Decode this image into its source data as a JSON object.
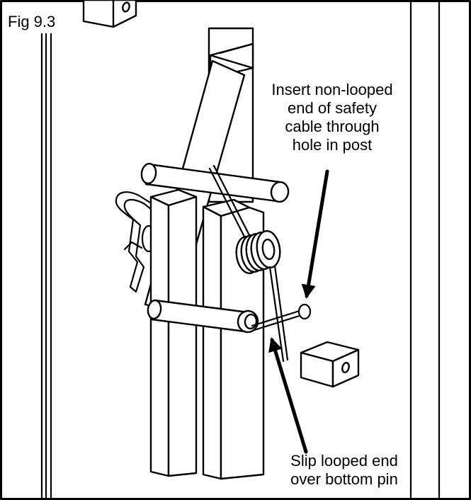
{
  "figure": {
    "label": "Fig 9.3",
    "callouts": {
      "insert": [
        "Insert non-looped",
        "end of safety",
        "cable through",
        "hole in post"
      ],
      "slip": [
        "Slip looped end",
        "over bottom pin"
      ]
    },
    "hole_mark": "o"
  }
}
